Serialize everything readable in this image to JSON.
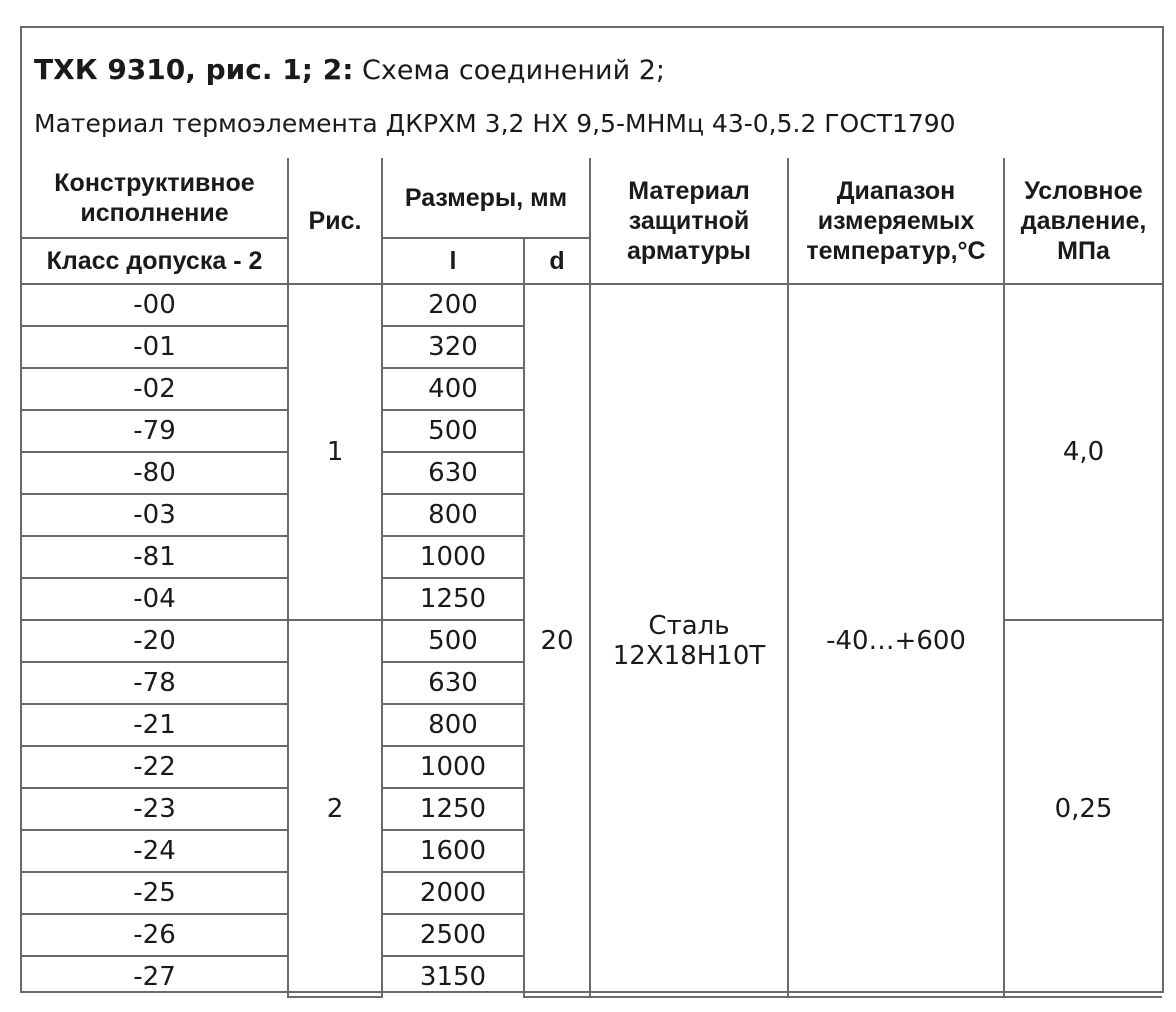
{
  "title": {
    "model": "ТХК 9310, рис. 1; 2:",
    "scheme": "Схема соединений 2;",
    "material_line": "Материал термоэлемента ДКРХМ 3,2 НХ 9,5-МНМц 43-0,5.2 ГОСТ1790"
  },
  "headers": {
    "construction": "Конструктивное исполнение",
    "tolerance_class": "Класс допуска - 2",
    "fig": "Рис.",
    "dimensions": "Размеры, мм",
    "l": "l",
    "d": "d",
    "material": "Материал защитной арматуры",
    "range": "Диапазон измеряемых температур,°С",
    "pressure": "Условное давление, МПа"
  },
  "rows": [
    {
      "variant": "-00",
      "l": "200"
    },
    {
      "variant": "-01",
      "l": "320"
    },
    {
      "variant": "-02",
      "l": "400"
    },
    {
      "variant": "-79",
      "l": "500"
    },
    {
      "variant": "-80",
      "l": "630"
    },
    {
      "variant": "-03",
      "l": "800"
    },
    {
      "variant": "-81",
      "l": "1000"
    },
    {
      "variant": "-04",
      "l": "1250"
    },
    {
      "variant": "-20",
      "l": "500"
    },
    {
      "variant": "-78",
      "l": "630"
    },
    {
      "variant": "-21",
      "l": "800"
    },
    {
      "variant": "-22",
      "l": "1000"
    },
    {
      "variant": "-23",
      "l": "1250"
    },
    {
      "variant": "-24",
      "l": "1600"
    },
    {
      "variant": "-25",
      "l": "2000"
    },
    {
      "variant": "-26",
      "l": "2500"
    },
    {
      "variant": "-27",
      "l": "3150"
    }
  ],
  "groups": {
    "fig1": "1",
    "fig2": "2",
    "d": "20",
    "material_line1": "Сталь",
    "material_line2": "12Х18Н10Т",
    "range": "-40…+600",
    "pressure1": "4,0",
    "pressure2": "0,25"
  }
}
